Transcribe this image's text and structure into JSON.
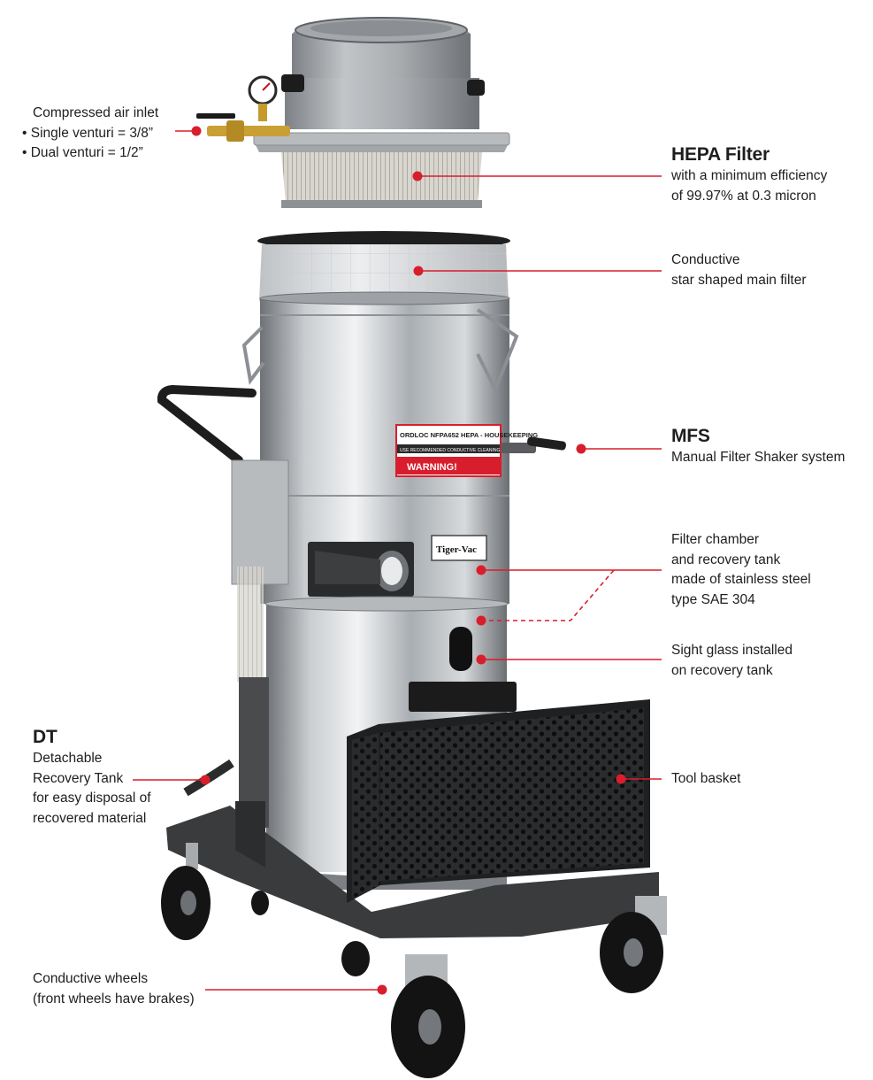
{
  "accent_color": "#d81e2c",
  "callouts": {
    "air_inlet": {
      "lines": [
        "Compressed air inlet",
        "Single venturi = 3/8”",
        "Dual venturi = 1/2”"
      ]
    },
    "hepa": {
      "title": "HEPA Filter",
      "lines": [
        "with a minimum efficiency",
        "of 99.97% at 0.3 micron"
      ]
    },
    "main_filter": {
      "lines": [
        "Conductive",
        "star shaped main filter"
      ]
    },
    "mfs": {
      "title": "MFS",
      "lines": [
        "Manual Filter Shaker system"
      ]
    },
    "chamber": {
      "lines": [
        "Filter chamber",
        "and recovery tank",
        "made of stainless steel",
        "type SAE 304"
      ]
    },
    "sight_glass": {
      "lines": [
        "Sight glass installed",
        "on recovery tank"
      ]
    },
    "dt": {
      "title": "DT",
      "lines": [
        "Detachable",
        "Recovery Tank",
        "for easy disposal of",
        "recovered material"
      ]
    },
    "basket": {
      "lines": [
        "Tool basket"
      ]
    },
    "wheels": {
      "lines": [
        "Conductive wheels",
        "(front wheels have brakes)"
      ]
    }
  },
  "product": {
    "brand_plate": "Tiger-Vac",
    "label_top": "ORDLOC  NFPA652  HEPA - HOUSEKEEPING",
    "label_mid": "USE RECOMMENDED CONDUCTIVE CLEANING ACCESSORIES",
    "label_warning": "WARNING!"
  }
}
